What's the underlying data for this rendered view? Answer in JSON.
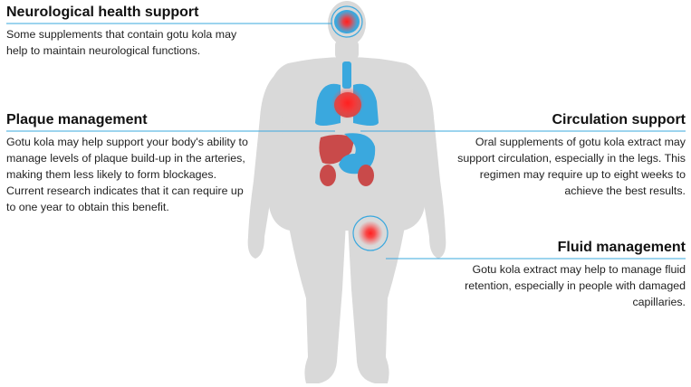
{
  "callouts": {
    "neuro": {
      "title": "Neurological health support",
      "text": "Some supplements that contain gotu kola may help to maintain neurological functions."
    },
    "plaque": {
      "title": "Plaque management",
      "text": "Gotu kola may help support your body's ability to manage levels of plaque build-up in the arteries, making them less likely to form blockages. Current research indicates that it can require up to one year to obtain this benefit."
    },
    "circulation": {
      "title": "Circulation support",
      "text": "Oral supplements of gotu kola extract may support circulation, especially in the legs. This regimen may require up to eight weeks to achieve the best results."
    },
    "fluid": {
      "title": "Fluid management",
      "text": "Gotu kola extract may help to manage fluid retention, especially in people with damaged capillaries."
    }
  },
  "colors": {
    "body": "#d9d9d9",
    "organ_blue": "#3aa8de",
    "organ_red": "#c94a4a",
    "hotspot": "#ff1f1f",
    "leader_line": "#3aa8de"
  }
}
